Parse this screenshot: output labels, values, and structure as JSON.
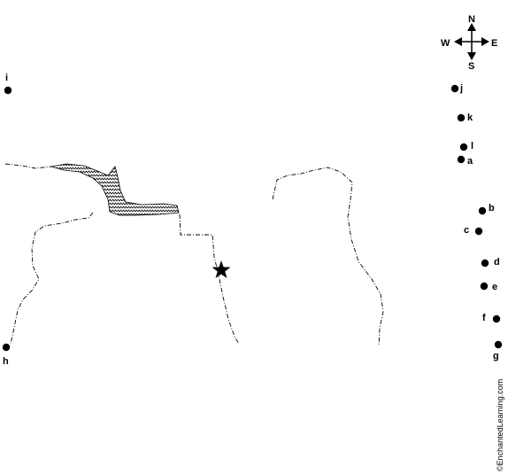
{
  "compass": {
    "north": "N",
    "south": "S",
    "east": "E",
    "west": "W"
  },
  "markers": [
    {
      "id": "a",
      "label": "a"
    },
    {
      "id": "b",
      "label": "b"
    },
    {
      "id": "c",
      "label": "c"
    },
    {
      "id": "d",
      "label": "d"
    },
    {
      "id": "e",
      "label": "e"
    },
    {
      "id": "f",
      "label": "f"
    },
    {
      "id": "g",
      "label": "g"
    },
    {
      "id": "h",
      "label": "h"
    },
    {
      "id": "i",
      "label": "i"
    },
    {
      "id": "j",
      "label": "j"
    },
    {
      "id": "k",
      "label": "k"
    },
    {
      "id": "l",
      "label": "l"
    }
  ],
  "credit": "©EnchantedLearning.com",
  "colors": {
    "ink": "#000000",
    "background": "#ffffff"
  }
}
